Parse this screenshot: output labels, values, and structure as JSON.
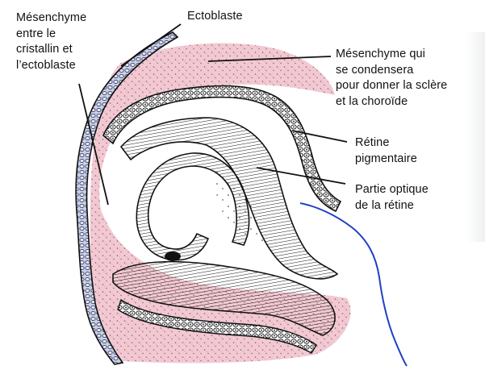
{
  "labels": {
    "mesenchyme_lens": [
      "Mésenchyme",
      "entre le",
      "cristallin et",
      "l’ectoblaste"
    ],
    "ectoblast": [
      "Ectoblaste"
    ],
    "mesenchyme_condense": [
      "Mésenchyme qui",
      "se condensera",
      "pour donner la sclère",
      "et la choroïde"
    ],
    "pigment_retina": [
      "Rétine",
      "pigmentaire"
    ],
    "optic_retina": [
      "Partie optique",
      "de la rétine"
    ]
  },
  "colors": {
    "mesenchyme_fill": "#f2c9d3",
    "ectoblast_fill": "#c8cfe8",
    "ink": "#111111",
    "annotation_stroke": "#1f3fc8"
  }
}
